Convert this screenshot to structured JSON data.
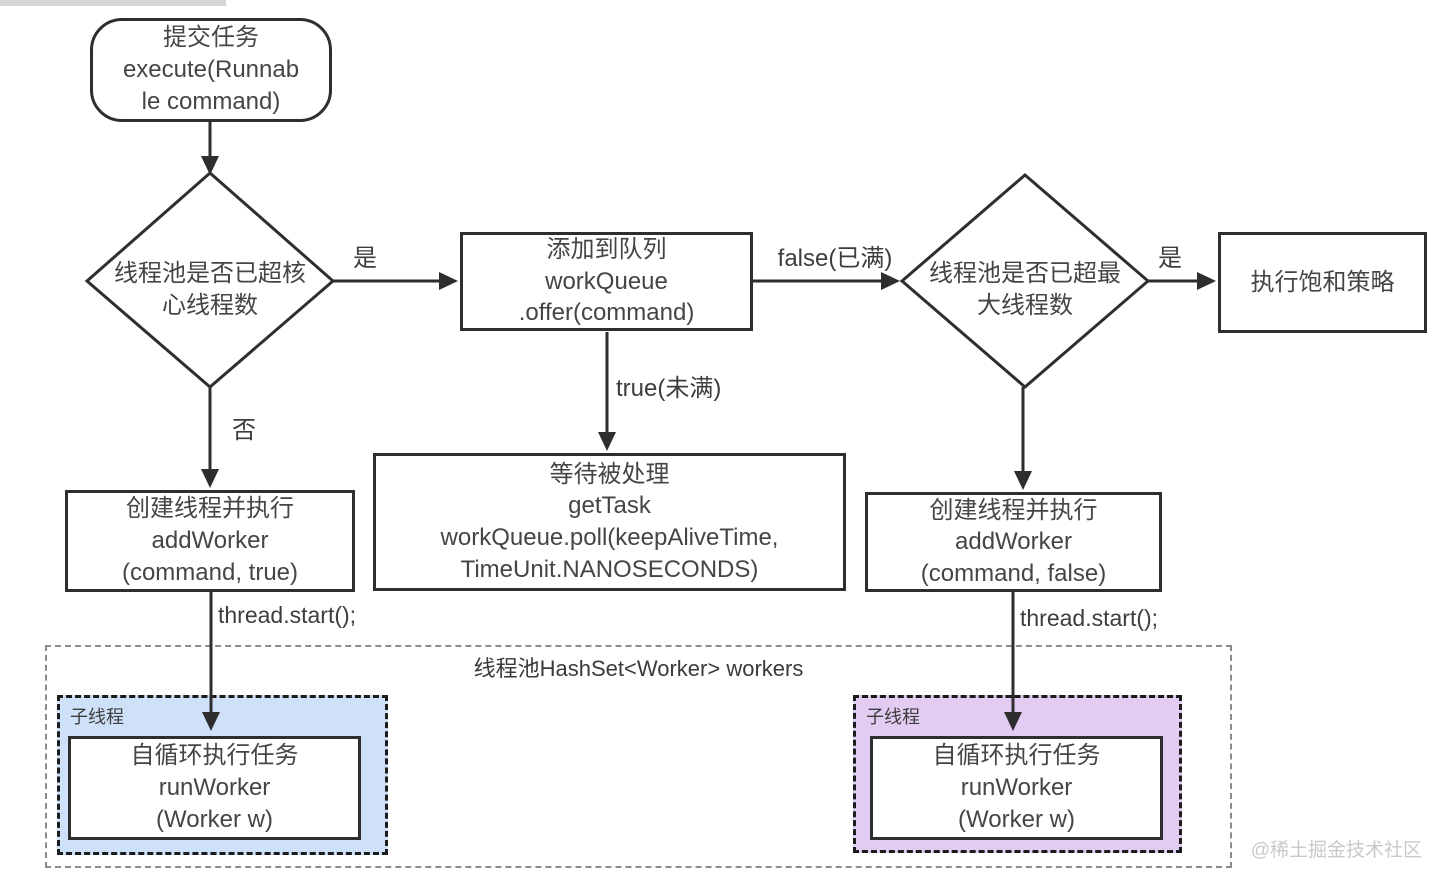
{
  "colors": {
    "line": "#2e2e2e",
    "thread_blue": "#cfe1f8",
    "thread_purple": "#e3ccf2",
    "watermark": "#c9c9c9",
    "top_strip": "#d6d6d6"
  },
  "nodes": {
    "start": "提交任务\nexecute(Runnab\nle command)",
    "check_core": "线程池是否已超核\n心线程数",
    "offer_queue": "添加到队列\nworkQueue\n.offer(command)",
    "check_max": "线程池是否已超最\n大线程数",
    "saturation_policy": "执行饱和策略",
    "wait_task": "等待被处理\ngetTask\nworkQueue.poll(keepAliveTime,\nTimeUnit.NANOSECONDS)",
    "add_worker_core": "创建线程并执行\naddWorker\n(command, true)",
    "add_worker_max": "创建线程并执行\naddWorker\n(command, false)",
    "run_worker_left": "自循环执行任务\nrunWorker\n(Worker w)",
    "run_worker_right": "自循环执行任务\nrunWorker\n(Worker w)"
  },
  "edge_labels": {
    "yes_left": "是",
    "no_left": "否",
    "false_full": "false(已满)",
    "true_not_full": "true(未满)",
    "yes_right": "是",
    "thread_start_left": "thread.start();",
    "thread_start_right": "thread.start();"
  },
  "pool": {
    "title": "线程池HashSet<Worker> workers",
    "thread_label_left": "子线程",
    "thread_label_right": "子线程"
  },
  "watermark": "@稀土掘金技术社区"
}
